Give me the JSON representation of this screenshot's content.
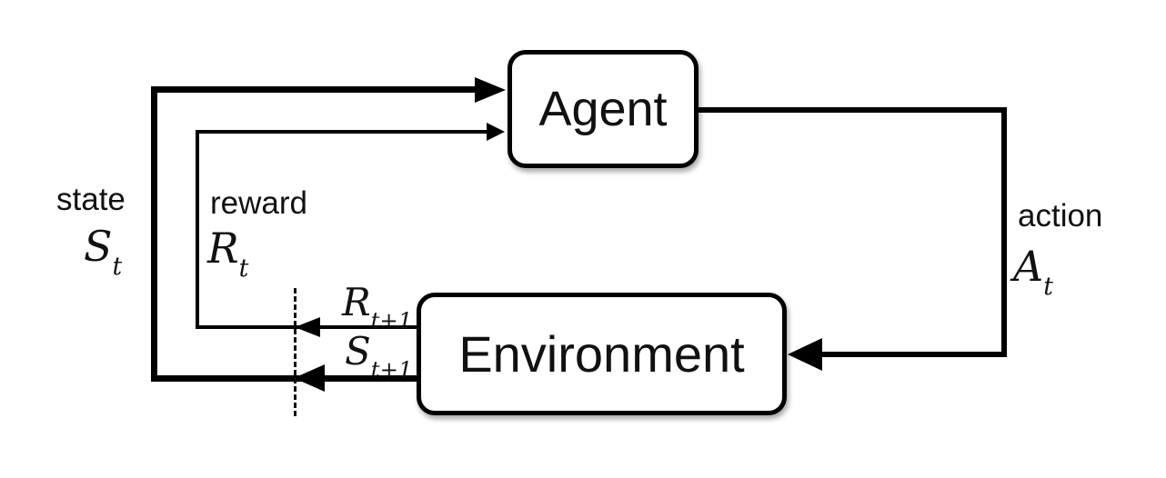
{
  "diagram": {
    "name": "agent-environment-interaction",
    "background_color": "#ffffff",
    "line_color": "#000000",
    "box_fill_color": "#ffffff",
    "nodes": {
      "agent": {
        "label": "Agent"
      },
      "environment": {
        "label": "Environment"
      }
    },
    "edges": {
      "state": {
        "word": "state",
        "symbol": "S",
        "subscript": "t"
      },
      "reward": {
        "word": "reward",
        "symbol": "R",
        "subscript": "t"
      },
      "action": {
        "word": "action",
        "symbol": "A",
        "subscript": "t"
      },
      "next_reward": {
        "symbol": "R",
        "subscript": "t+1"
      },
      "next_state": {
        "symbol": "S",
        "subscript": "t+1"
      }
    }
  }
}
